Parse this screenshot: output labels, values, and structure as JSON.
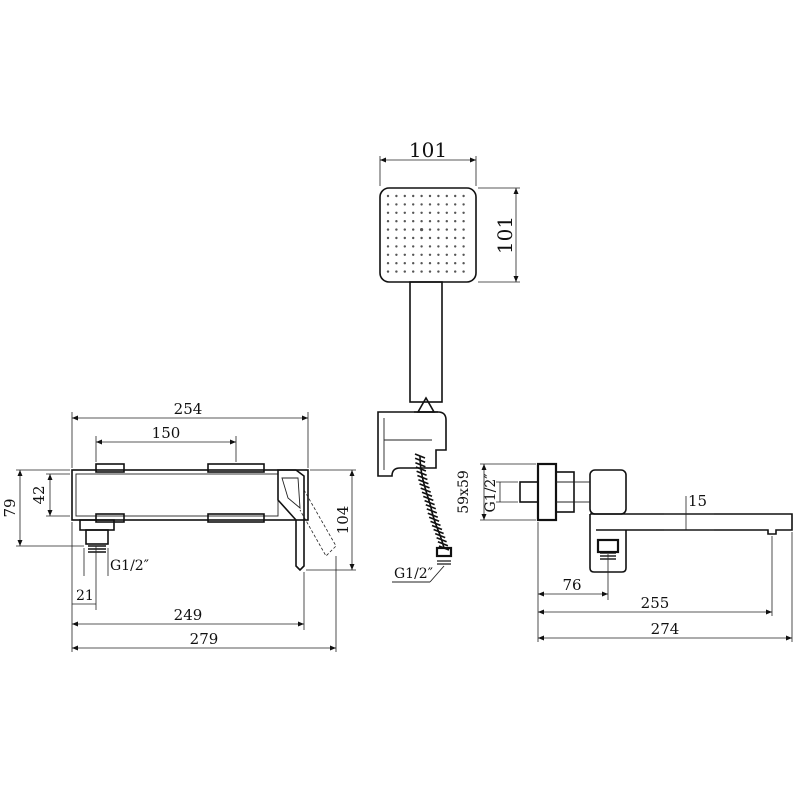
{
  "dimensions": {
    "head_width": "101",
    "head_height": "101",
    "body_length": "254",
    "handle_spacing": "150",
    "body_height": "79",
    "body_depth": "42",
    "lever_drop": "104",
    "inlet_thread_left": "G1/2″",
    "inlet_offset": "21",
    "center_distance": "249",
    "overall_length": "279",
    "hose_thread": "G1/2″",
    "flange_size": "59x59",
    "inlet_thread_right": "G1/2″",
    "spout_thickness": "15",
    "outlet_offset": "76",
    "spout_reach": "255",
    "overall_reach": "274"
  }
}
